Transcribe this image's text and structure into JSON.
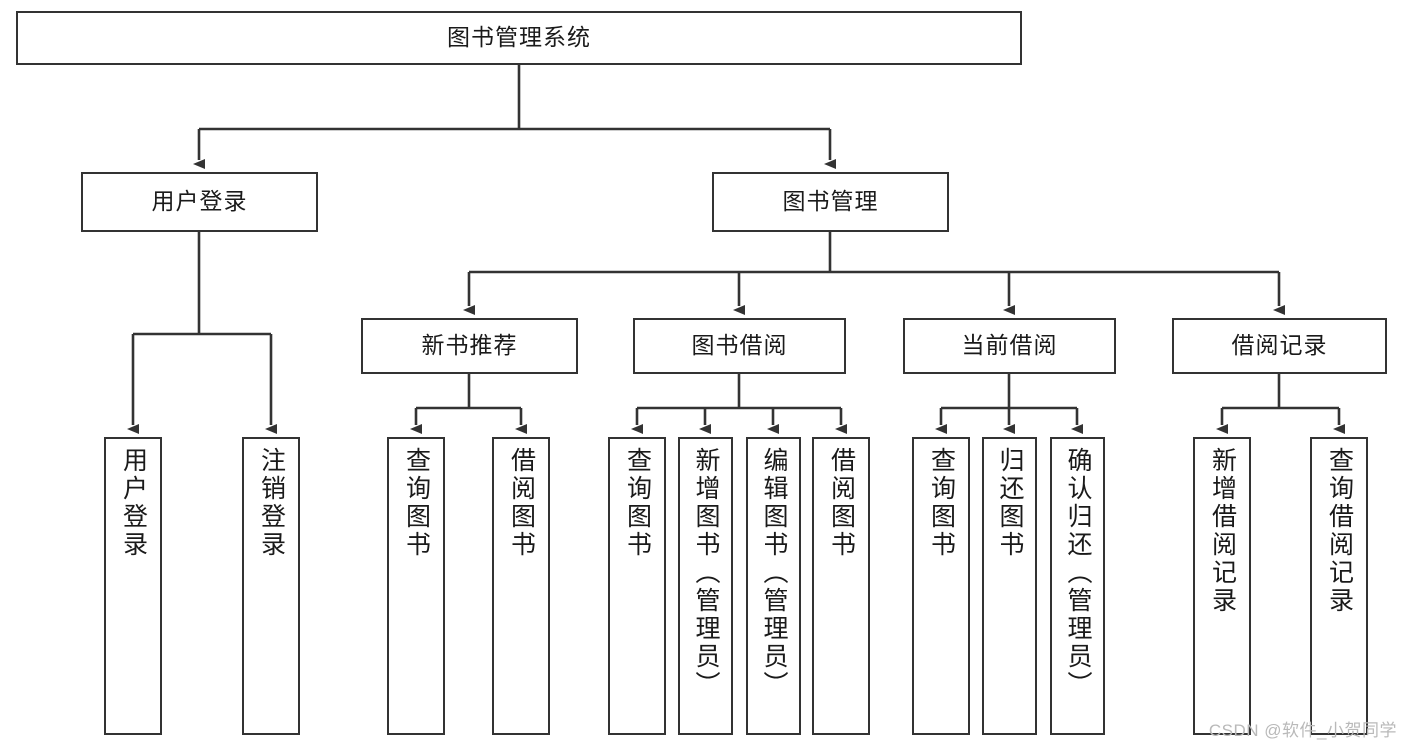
{
  "diagram": {
    "title": "图书管理系统",
    "type": "tree-hierarchy",
    "watermark": "CSDN @软件_小贺同学",
    "colors": {
      "box_border": "#333333",
      "box_fill": "#ffffff",
      "edge": "#333333",
      "text": "#1a1a1a",
      "watermark": "#b9b9b9",
      "background": "#ffffff"
    },
    "nodes": {
      "root": {
        "label": "图书管理系统"
      },
      "level1": [
        {
          "id": "user-login",
          "label": "用户登录"
        },
        {
          "id": "book-management",
          "label": "图书管理"
        }
      ],
      "level2": [
        {
          "id": "new-book-recommend",
          "label": "新书推荐"
        },
        {
          "id": "book-borrow",
          "label": "图书借阅"
        },
        {
          "id": "current-borrow",
          "label": "当前借阅"
        },
        {
          "id": "borrow-record",
          "label": "借阅记录"
        }
      ],
      "leaves": [
        {
          "id": "leaf-user-login",
          "parent": "user-login",
          "label": "用户登录"
        },
        {
          "id": "leaf-logout",
          "parent": "user-login",
          "label": "注销登录"
        },
        {
          "id": "leaf-query-book-1",
          "parent": "new-book-recommend",
          "label": "查询图书"
        },
        {
          "id": "leaf-borrow-book-1",
          "parent": "new-book-recommend",
          "label": "借阅图书"
        },
        {
          "id": "leaf-query-book-2",
          "parent": "book-borrow",
          "label": "查询图书"
        },
        {
          "id": "leaf-add-book",
          "parent": "book-borrow",
          "label": "新增图书（管理员）"
        },
        {
          "id": "leaf-edit-book",
          "parent": "book-borrow",
          "label": "编辑图书（管理员）"
        },
        {
          "id": "leaf-borrow-book-2",
          "parent": "book-borrow",
          "label": "借阅图书"
        },
        {
          "id": "leaf-query-book-3",
          "parent": "current-borrow",
          "label": "查询图书"
        },
        {
          "id": "leaf-return-book",
          "parent": "current-borrow",
          "label": "归还图书"
        },
        {
          "id": "leaf-confirm-return",
          "parent": "current-borrow",
          "label": "确认归还（管理员）"
        },
        {
          "id": "leaf-add-record",
          "parent": "borrow-record",
          "label": "新增借阅记录"
        },
        {
          "id": "leaf-query-record",
          "parent": "borrow-record",
          "label": "查询借阅记录"
        }
      ]
    }
  }
}
